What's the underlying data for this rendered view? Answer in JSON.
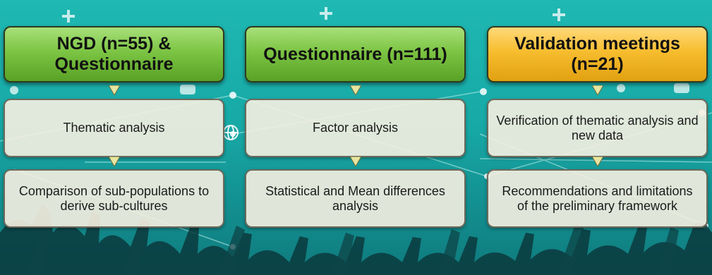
{
  "columns": [
    {
      "header": "NGD (n=55) & Questionnaire",
      "header_color": "#7cc443",
      "steps": [
        "Thematic analysis",
        "Comparison of sub-populations to derive sub-cultures"
      ]
    },
    {
      "header": "Questionnaire (n=111)",
      "header_color": "#7cc443",
      "steps": [
        "Factor analysis",
        "Statistical and Mean differences analysis"
      ]
    },
    {
      "header": "Validation meetings (n=21)",
      "header_color": "#f7bd2e",
      "steps": [
        "Verification of thematic analysis and new data",
        "Recommendations and limitations of the preliminary framework"
      ]
    }
  ],
  "colors": {
    "background": "#17a9a6",
    "arrow_fill": "#e7e5a0",
    "box_fill": "#f6f0e1"
  }
}
